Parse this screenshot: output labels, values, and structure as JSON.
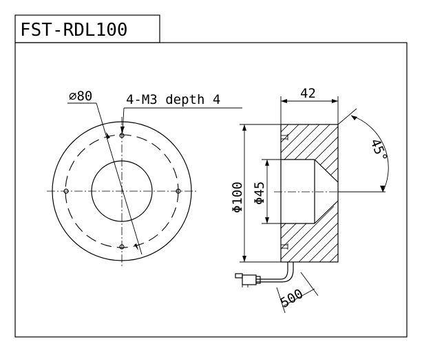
{
  "title": "FST-RDL100",
  "dimensions": {
    "dia80": "⌀80",
    "holes": "4-M3 depth 4",
    "width42": "42",
    "angle45": "45°",
    "dia100": "Φ100",
    "dia45": "Φ45",
    "cable500": "500"
  }
}
